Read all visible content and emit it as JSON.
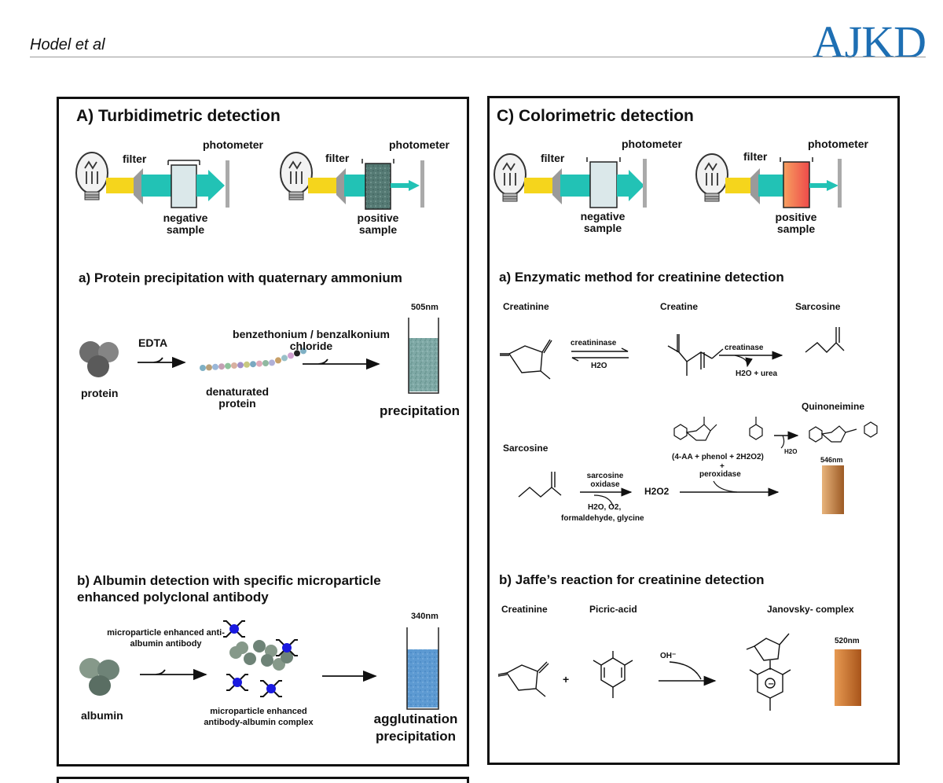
{
  "header": {
    "author": "Hodel et al",
    "journal_logo": "AJKD"
  },
  "panel_a": {
    "title": "A) Turbidimetric detection",
    "setup": {
      "filter": "filter",
      "photometer": "photometer",
      "negative_sample": "negative sample",
      "positive_sample": "positive sample"
    },
    "section_a": {
      "title": "a) Protein precipitation with quaternary ammonium",
      "wavelength": "505nm",
      "reagent1": "EDTA",
      "reagent2": "benzethonium / benzalkonium chloride",
      "protein": "protein",
      "denatured": "denaturated protein",
      "result": "precipitation"
    },
    "section_b": {
      "title": "b) Albumin detection with specific microparticle enhanced polyclonal antibody",
      "wavelength": "340nm",
      "antibody": "microparticle enhanced anti-albumin antibody",
      "complex": "microparticle enhanced antibody-albumin complex",
      "albumin": "albumin",
      "result": "agglutination precipitation"
    }
  },
  "panel_c": {
    "title": "C) Colorimetric detection",
    "setup": {
      "filter": "filter",
      "photometer": "photometer",
      "negative_sample": "negative sample",
      "positive_sample": "positive sample"
    },
    "section_a": {
      "title": "a) Enzymatic method for creatinine detection",
      "creatinine": "Creatinine",
      "creatine": "Creatine",
      "sarcosine": "Sarcosine",
      "sarcosine2": "Sarcosine",
      "quinoneimine": "Quinoneimine",
      "enzyme1": "creatininase",
      "enzyme1_water": "H2O",
      "enzyme2": "creatinase",
      "enzyme2_product": "H2O + urea",
      "enzyme3": "sarcosine oxidase",
      "enzyme3_inputs": "H2O, O2,",
      "enzyme3_products": "formaldehyde, glycine",
      "h2o2": "H2O2",
      "reagents": "(4-AA + phenol + 2H2O2)",
      "plus": "+",
      "peroxidase": "peroxidase",
      "water_out": "H2O",
      "wavelength": "546nm"
    },
    "section_b": {
      "title": "b) Jaffe’s reaction for creatinine detection",
      "creatinine": "Creatinine",
      "picric": "Picric-acid",
      "complex": "Janovsky- complex",
      "base": "OH⁻",
      "plus": "+",
      "wavelength": "520nm"
    }
  },
  "colors": {
    "logo_blue": "#1e6fb3",
    "beam_yellow": "#f5d51c",
    "beam_teal": "#22c2b5",
    "precipitate_teal": "#7aa6a3",
    "agglutination_blue": "#5b9bd5",
    "microparticle_blue": "#1a1ae0",
    "quinone_tan": "#c98a4e",
    "janovsky_orange": "#c9702a",
    "positive_red": "#ef5a4a"
  }
}
